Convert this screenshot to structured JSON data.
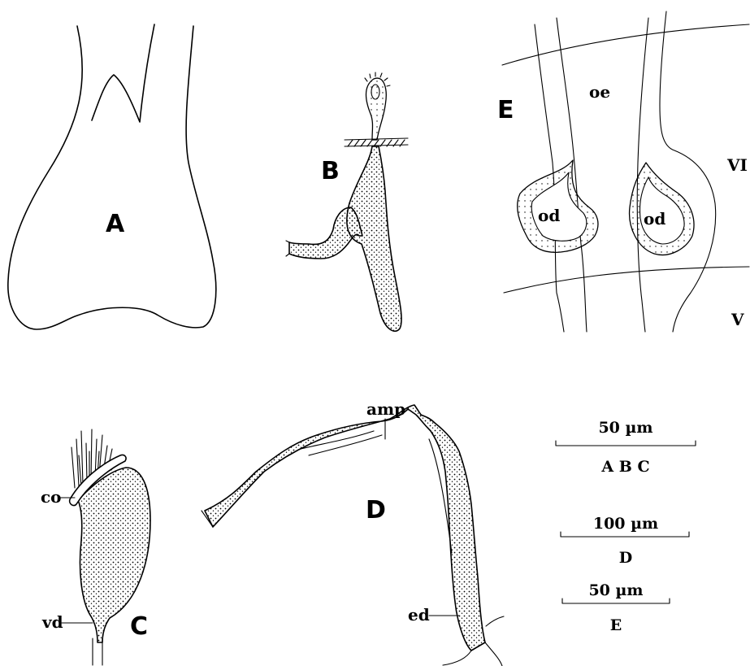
{
  "figure": {
    "panels": {
      "A": "A",
      "B": "B",
      "C": "C",
      "D": "D",
      "E": "E"
    },
    "labels": {
      "oe": "oe",
      "od_left": "od",
      "od_right": "od",
      "segment_upper": "VI",
      "segment_lower": "V",
      "amp": "amp",
      "ed": "ed",
      "co": "co",
      "vd": "vd"
    },
    "scale_bars": [
      {
        "length": "50 µm",
        "applies_to": "A B C"
      },
      {
        "length": "100 µm",
        "applies_to": "D"
      },
      {
        "length": "50 µm",
        "applies_to": "E"
      }
    ]
  }
}
